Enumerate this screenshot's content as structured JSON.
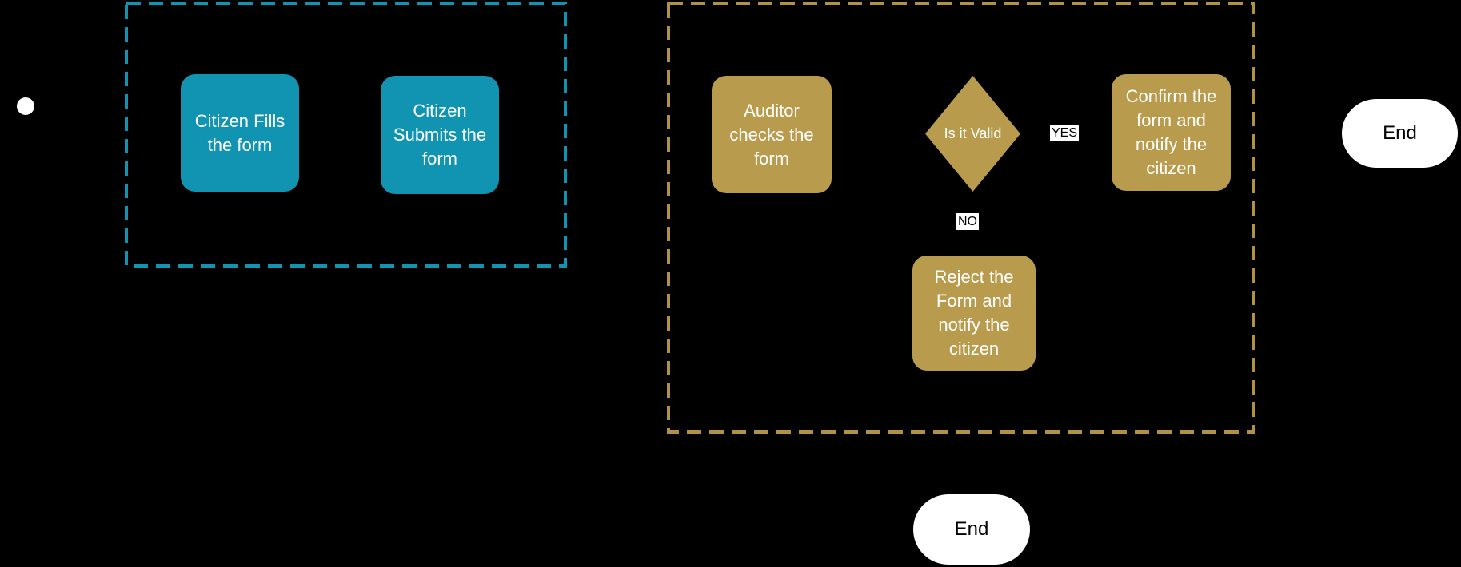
{
  "diagram": {
    "type": "flowchart",
    "background_color": "#000000",
    "palette": {
      "citizen_lane_color": "#1193B2",
      "auditor_lane_color": "#B19244",
      "citizen_node_color": "#1193B2",
      "auditor_node_color": "#B89B4D",
      "terminator_color": "#FFFFFF",
      "node_text_color": "#FFFFFF",
      "edge_label_bg": "#FFFFFF",
      "edge_label_text": "#000000"
    },
    "lanes": [
      {
        "id": "citizen-lane",
        "style": "dashed",
        "color": "#1193B2"
      },
      {
        "id": "auditor-lane",
        "style": "dashed",
        "color": "#B19244"
      }
    ],
    "nodes": {
      "start": {
        "type": "start-event",
        "label": ""
      },
      "citizen_fills": {
        "type": "task",
        "label": "Citizen Fills the form"
      },
      "citizen_submits": {
        "type": "task",
        "label": "Citizen Submits the form"
      },
      "auditor_checks": {
        "type": "task",
        "label": "Auditor checks the form"
      },
      "is_valid": {
        "type": "decision",
        "label": "Is it Valid"
      },
      "confirm": {
        "type": "task",
        "label": "Confirm the form and notify the citizen"
      },
      "reject": {
        "type": "task",
        "label": "Reject the Form and notify the citizen"
      },
      "end_main": {
        "type": "terminator",
        "label": "End"
      },
      "end_reject": {
        "type": "terminator",
        "label": "End"
      }
    },
    "edge_labels": {
      "yes": "YES",
      "no": "NO"
    }
  }
}
